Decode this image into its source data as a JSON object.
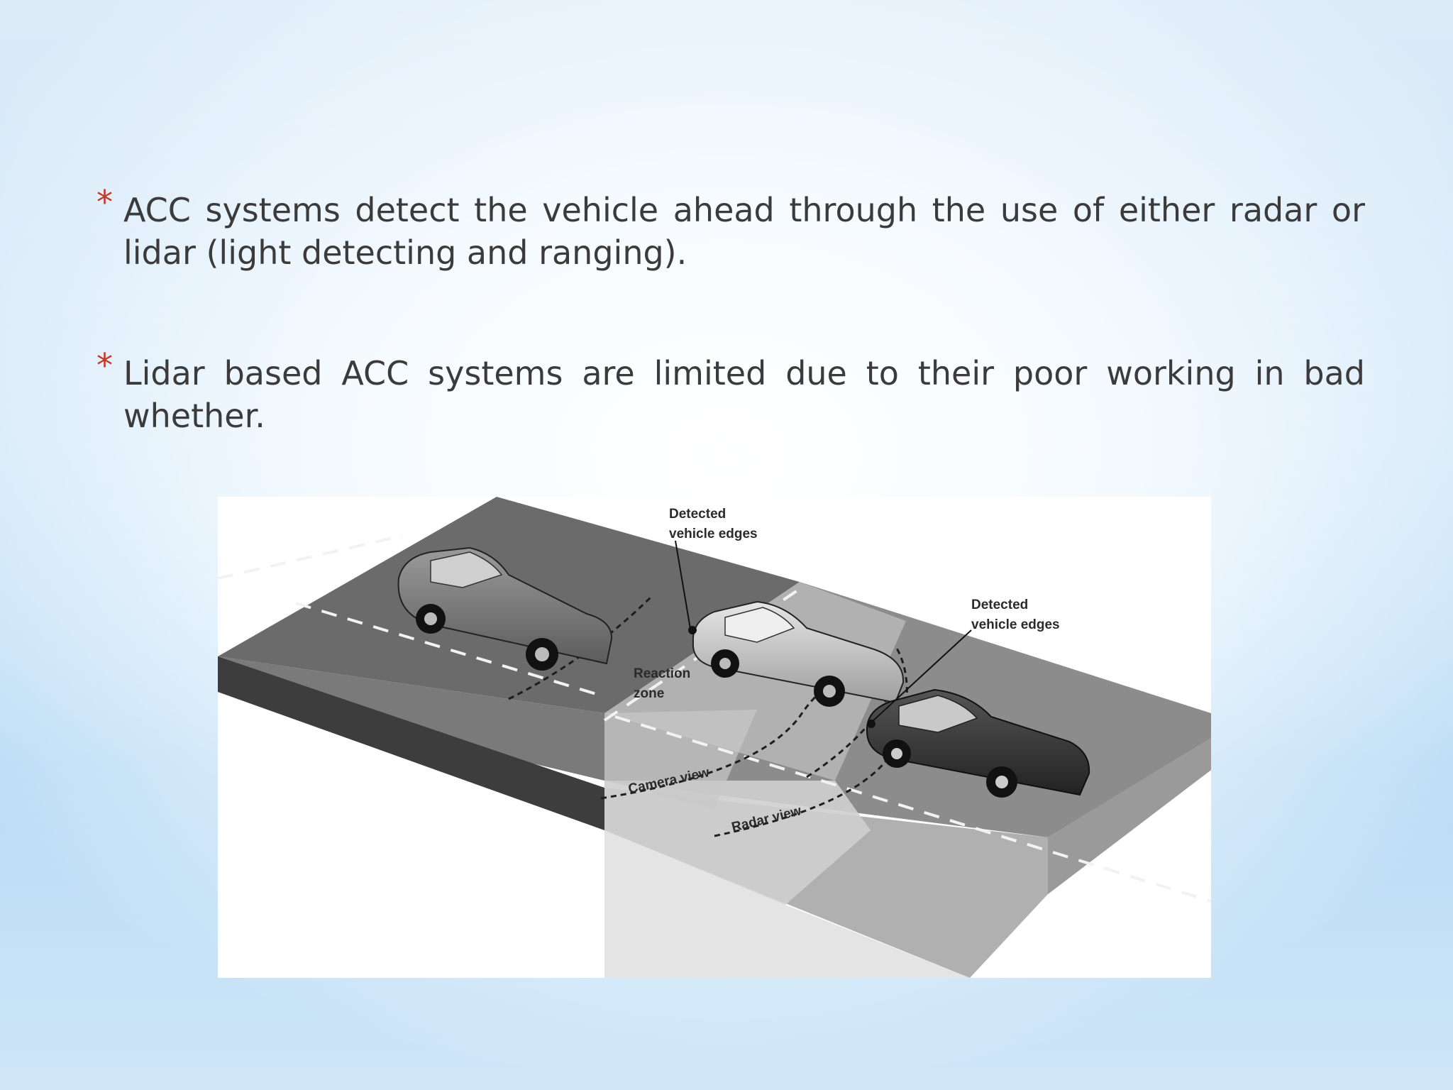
{
  "bullets": [
    {
      "marker": "*",
      "text": "ACC systems detect the vehicle ahead through the use of either radar or lidar (light detecting and ranging)."
    },
    {
      "marker": "*",
      "text": "Lidar based ACC systems are limited due to their poor working in bad whether."
    }
  ],
  "figure": {
    "labels": {
      "detected_edges_1_line1": "Detected",
      "detected_edges_1_line2": "vehicle edges",
      "detected_edges_2_line1": "Detected",
      "detected_edges_2_line2": "vehicle edges",
      "reaction_zone_line1": "Reaction",
      "reaction_zone_line2": "zone",
      "camera_view": "Camera view",
      "radar_view": "Radar view"
    }
  },
  "colors": {
    "bullet_marker": "#c0392b",
    "text": "#3b3b3b"
  }
}
